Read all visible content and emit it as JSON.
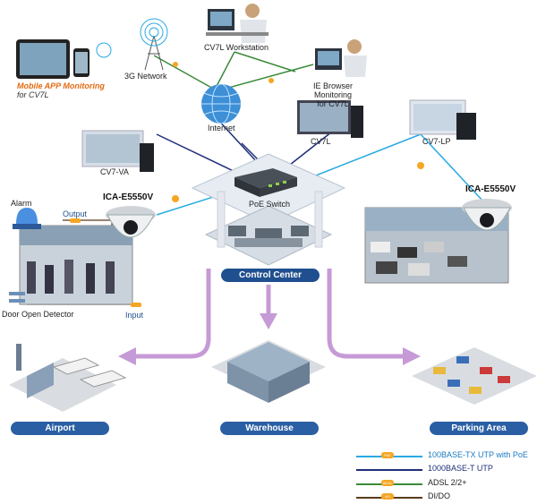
{
  "nodes": {
    "network_3g": "3G Network",
    "workstation": "CV7L Workstation",
    "ie_line1": "IE Browser Monitoring",
    "ie_line2": "for CV7L",
    "mobile_line1": "Mobile APP Monitoring",
    "mobile_line2": "for CV7L",
    "internet": "Internet",
    "cv7l": "CV7L",
    "cv7lp": "CV7-LP",
    "cv7va": "CV7-VA",
    "poe_switch": "PoE Switch",
    "camera_left": "ICA-E5550V",
    "camera_right": "ICA-E5550V",
    "alarm": "Alarm",
    "output": "Output",
    "input": "Input",
    "door_detector": "Door Open Detector",
    "control_center": "Control Center"
  },
  "areas": {
    "airport": "Airport",
    "warehouse": "Warehouse",
    "parking": "Parking Area"
  },
  "legend": [
    {
      "label": "100BASE-TX UTP with PoE",
      "color": "#29aae1",
      "badge": "PoE"
    },
    {
      "label": "1000BASE-T UTP",
      "color": "#1f2f7a",
      "badge": ""
    },
    {
      "label": "ADSL 2/2+",
      "color": "#3a8a3a",
      "badge": "ADSL"
    },
    {
      "label": "DI/DO",
      "color": "#5a3a1a",
      "badge": "I/O"
    }
  ],
  "colors": {
    "poe_line": "#29aae1",
    "utp_line": "#1f2f7a",
    "adsl_line": "#3a8a3a",
    "arrow": "#c69ad6",
    "area_badge": "#2a5fa3",
    "accent_orange": "#e36b12"
  }
}
